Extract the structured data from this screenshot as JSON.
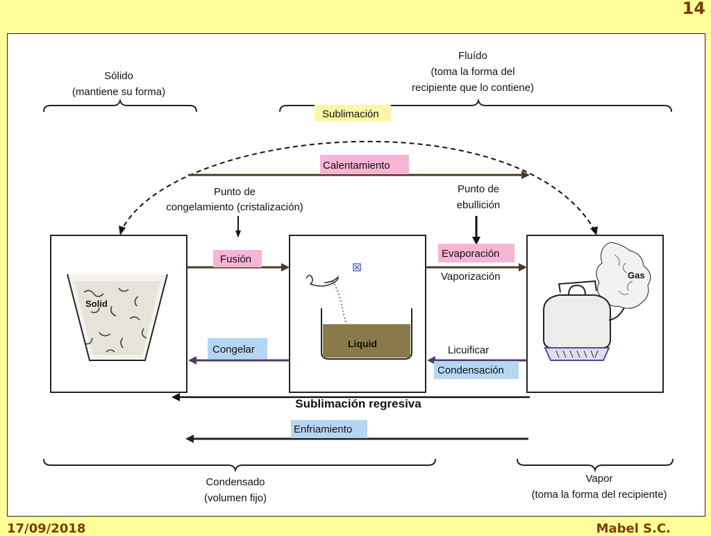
{
  "slide_number": "14",
  "footer": {
    "date": "17/09/2018",
    "author": "Mabel S.C."
  },
  "colors": {
    "background": "#ffff99",
    "footer_text": "#7a3a00",
    "tag_pink": "#f7b4d4",
    "tag_yellow": "#fdf6a6",
    "tag_blue": "#b4d6f2",
    "arrow_dark": "#4a3b1f",
    "arrow_purple": "#4d3a6a"
  },
  "brackets": {
    "solid_line1": "Sólido",
    "solid_line2": "(mantiene su forma)",
    "fluid_line1": "Fluído",
    "fluid_line2": "(toma la forma del",
    "fluid_line3": "recipiente que lo contiene)",
    "condensed_line1": "Condensado",
    "condensed_line2": "(volumen fijo)",
    "vapor_line1": "Vapor",
    "vapor_line2": "(toma la forma del recipiente)"
  },
  "processes": {
    "sublimation": "Sublimación",
    "heating": "Calentamiento",
    "melting": "Fusión",
    "evaporation": "Evaporación",
    "vaporization": "Vaporización",
    "freezing": "Congelar",
    "liquefy": "Licuificar",
    "condensation": "Condensación",
    "deposition": "Sublimación regresiva",
    "cooling": "Enfriamiento"
  },
  "points": {
    "freezing_line1": "Punto de",
    "freezing_line2": "congelamiento (cristalización)",
    "boiling_line1": "Punto de",
    "boiling_line2": "ebullición"
  },
  "states": {
    "solid_label": "Solid",
    "liquid_label": "Liquid",
    "gas_label": "Gas"
  }
}
